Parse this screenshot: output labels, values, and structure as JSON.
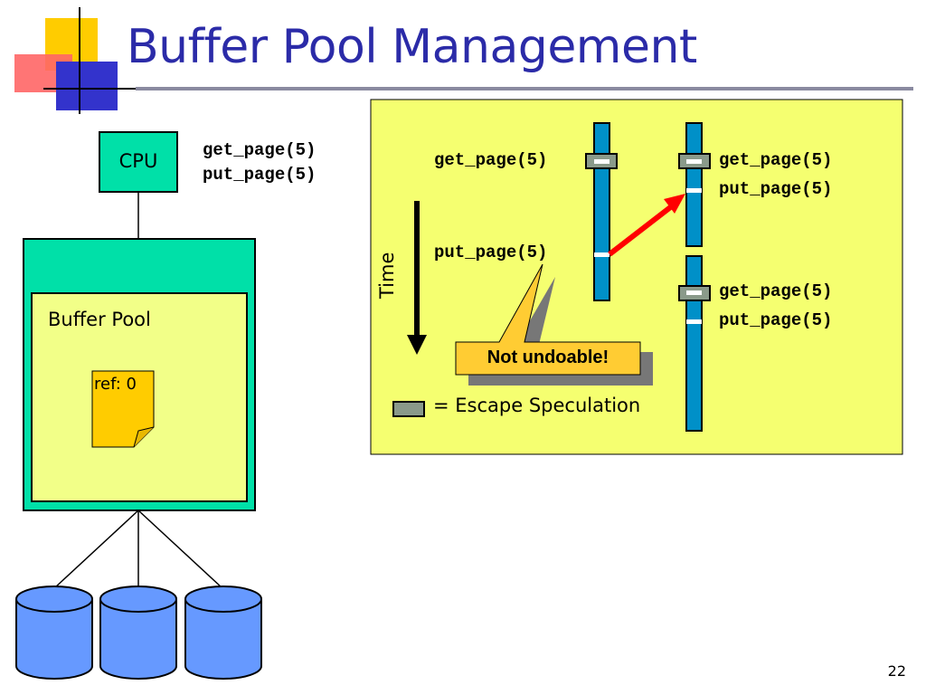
{
  "title": "Buffer Pool Management",
  "cpu_label": "CPU",
  "cpu_calls": [
    "get_page(5)",
    "put_page(5)"
  ],
  "buffer_pool_label": "Buffer Pool",
  "page_ref_label": "ref: 0",
  "time_label": "Time",
  "thread1_calls": [
    "get_page(5)",
    "put_page(5)"
  ],
  "thread2_calls": [
    "get_page(5)",
    "put_page(5)"
  ],
  "thread3_calls": [
    "get_page(5)",
    "put_page(5)"
  ],
  "callout_text": "Not undoable!",
  "legend_text": "= Escape Speculation",
  "slide_number": "22",
  "colors": {
    "title": "#2b2ba8",
    "cpu_fill": "#00e0a8",
    "pool_outer": "#00e0a8",
    "pool_inner": "#f2ff88",
    "panel_fill": "#f5ff70",
    "page_fill": "#ffcc00",
    "disk_fill": "#6699ff",
    "timeline": "#0090c8",
    "escape_box": "#8a9a8a",
    "arrow": "#ff0000"
  }
}
